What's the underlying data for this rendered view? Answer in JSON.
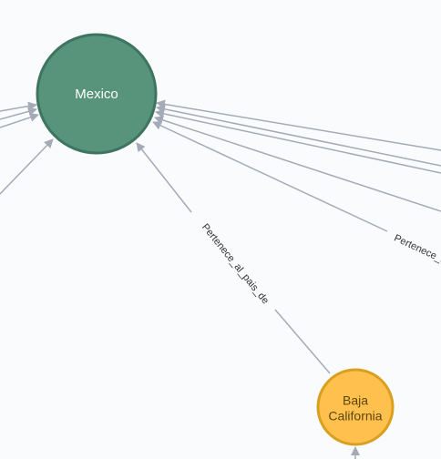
{
  "graph": {
    "nodes": {
      "mexico": {
        "label": "Mexico",
        "fill": "#57947b",
        "stroke": "#3e7560",
        "text_color": "#ffffff"
      },
      "baja": {
        "label_line1": "Baja",
        "label_line2": "California",
        "fill": "#ffc04d",
        "stroke": "#d9a020",
        "text_color": "#5a4710"
      }
    },
    "relationships": {
      "baja_to_mexico": {
        "label": "Pertenece_al_pais_de"
      },
      "right_edge": {
        "label": "Pertenece_al_pais_de"
      }
    },
    "colors": {
      "background": "#f9fbfd",
      "edge": "#a5abb6"
    }
  }
}
